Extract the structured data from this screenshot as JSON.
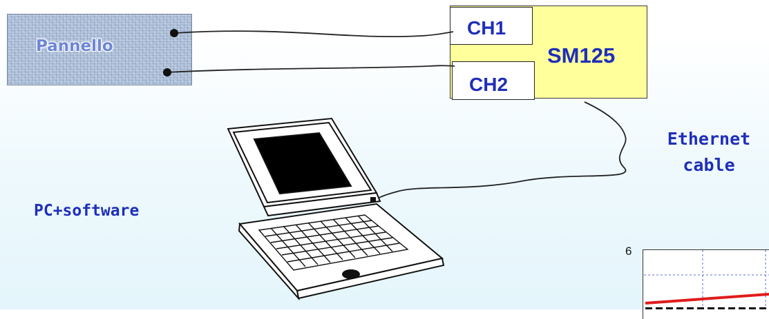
{
  "panel": {
    "label": "Pannello"
  },
  "device": {
    "label": "SM125",
    "channels": [
      "CH1",
      "CH2"
    ]
  },
  "cable": {
    "line1": "Ethernet",
    "line2": "cable"
  },
  "pc": {
    "label": "PC+software"
  },
  "mini_chart": {
    "y_tick_label": "6"
  }
}
